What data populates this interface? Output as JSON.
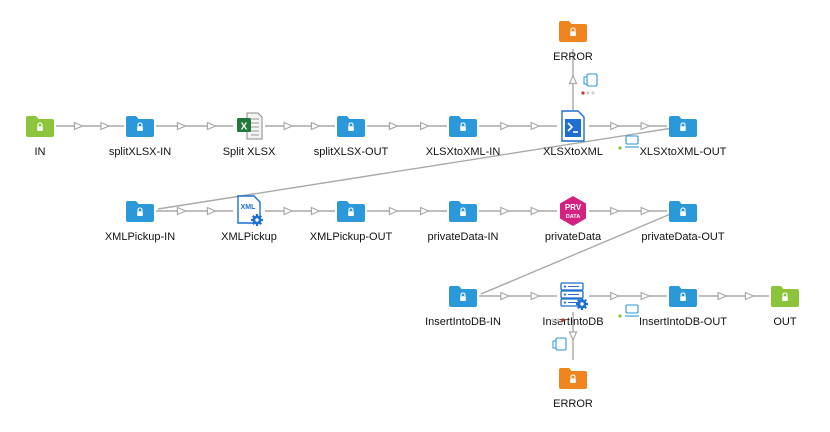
{
  "colors": {
    "connector": "#a9a9a9",
    "folder_blue": "#2b98d9",
    "folder_green": "#8cc43c",
    "folder_orange": "#f0841f",
    "script_blue": "#1e6fd0",
    "privacy_pink": "#d4207e",
    "excel_green": "#1f7a3c"
  },
  "nodes": [
    {
      "id": "in",
      "label": "IN",
      "kind": "folder-green"
    },
    {
      "id": "splitxlsx-in",
      "label": "splitXLSX-IN",
      "kind": "folder-blue"
    },
    {
      "id": "split-xlsx",
      "label": "Split XLSX",
      "kind": "excel-splitter"
    },
    {
      "id": "splitxlsx-out",
      "label": "splitXLSX-OUT",
      "kind": "folder-blue"
    },
    {
      "id": "xlsxtoxml-in",
      "label": "XLSXtoXML-IN",
      "kind": "folder-blue"
    },
    {
      "id": "xlsxtoxml",
      "label": "XLSXtoXML",
      "kind": "script"
    },
    {
      "id": "xlsxtoxml-out",
      "label": "XLSXtoXML-OUT",
      "kind": "folder-blue"
    },
    {
      "id": "error-top",
      "label": "ERROR",
      "kind": "folder-orange"
    },
    {
      "id": "xmlpickup-in",
      "label": "XMLPickup-IN",
      "kind": "folder-blue"
    },
    {
      "id": "xmlpickup",
      "label": "XMLPickup",
      "kind": "xml-pickup"
    },
    {
      "id": "xmlpickup-out",
      "label": "XMLPickup-OUT",
      "kind": "folder-blue"
    },
    {
      "id": "privatedata-in",
      "label": "privateData-IN",
      "kind": "folder-blue"
    },
    {
      "id": "privatedata",
      "label": "privateData",
      "kind": "privacy"
    },
    {
      "id": "privatedata-out",
      "label": "privateData-OUT",
      "kind": "folder-blue"
    },
    {
      "id": "insertintodb-in",
      "label": "InsertIntoDB-IN",
      "kind": "folder-blue"
    },
    {
      "id": "insertintodb",
      "label": "InsertIntoDB",
      "kind": "database"
    },
    {
      "id": "insertintodb-out",
      "label": "InsertIntoDB-OUT",
      "kind": "folder-blue"
    },
    {
      "id": "out",
      "label": "OUT",
      "kind": "folder-green"
    },
    {
      "id": "error-bottom",
      "label": "ERROR",
      "kind": "folder-orange"
    }
  ],
  "edges": [
    {
      "from": "in",
      "to": "splitxlsx-in"
    },
    {
      "from": "splitxlsx-in",
      "to": "split-xlsx"
    },
    {
      "from": "split-xlsx",
      "to": "splitxlsx-out"
    },
    {
      "from": "splitxlsx-out",
      "to": "xlsxtoxml-in"
    },
    {
      "from": "xlsxtoxml-in",
      "to": "xlsxtoxml"
    },
    {
      "from": "xlsxtoxml",
      "to": "xlsxtoxml-out"
    },
    {
      "from": "xlsxtoxml",
      "to": "error-top"
    },
    {
      "from": "xlsxtoxml-out",
      "to": "xmlpickup-in"
    },
    {
      "from": "xmlpickup-in",
      "to": "xmlpickup"
    },
    {
      "from": "xmlpickup",
      "to": "xmlpickup-out"
    },
    {
      "from": "xmlpickup-out",
      "to": "privatedata-in"
    },
    {
      "from": "privatedata-in",
      "to": "privatedata"
    },
    {
      "from": "privatedata",
      "to": "privatedata-out"
    },
    {
      "from": "privatedata-out",
      "to": "insertintodb-in"
    },
    {
      "from": "insertintodb-in",
      "to": "insertintodb"
    },
    {
      "from": "insertintodb",
      "to": "insertintodb-out"
    },
    {
      "from": "insertintodb-out",
      "to": "out"
    },
    {
      "from": "insertintodb",
      "to": "error-bottom"
    }
  ],
  "icon_labels": {
    "xml_badge": "XML",
    "privacy_badge_line1": "PRV",
    "privacy_badge_line2": "DATA"
  }
}
